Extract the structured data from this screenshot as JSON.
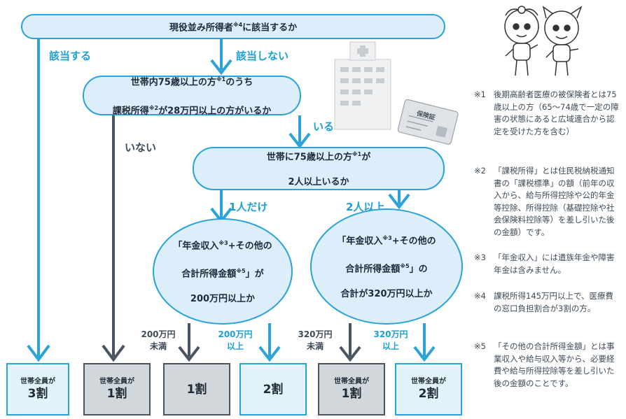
{
  "top": {
    "text": "現役並み所得者",
    "sup": "※4",
    "suffix": "に該当するか"
  },
  "branch_yes": "該当する",
  "branch_no": "該当しない",
  "q2": {
    "line1_a": "世帯内75歳以上の方",
    "line1_sup": "※1",
    "line1_b": "のうち",
    "line2_a": "課税所得",
    "line2_sup": "※2",
    "line2_b": "が28万円以上の方がいるか"
  },
  "branch_iru": "いる",
  "branch_inai": "いない",
  "q3": {
    "line1_a": "世帯に75歳以上の方",
    "line1_sup": "※1",
    "line1_b": "が",
    "line2": "2人以上いるか"
  },
  "branch_one": "1人だけ",
  "branch_two": "2人以上",
  "q4a": {
    "line1_a": "「年金収入",
    "line1_sup": "※3",
    "line1_b": "+その他の",
    "line2_a": "合計所得金額",
    "line2_sup": "※5",
    "line2_b": "」が",
    "line3": "200万円以上か"
  },
  "q4b": {
    "line1_a": "「年金収入",
    "line1_sup": "※3",
    "line1_b": "+その他の",
    "line2_a": "合計所得金額",
    "line2_sup": "※5",
    "line2_b": "」の",
    "line3": "合計が320万円以上か"
  },
  "thresholds": [
    {
      "line1": "200万円",
      "line2": "未満"
    },
    {
      "line1": "200万円",
      "line2": "以上"
    },
    {
      "line1": "320万円",
      "line2": "未満"
    },
    {
      "line1": "320万円",
      "line2": "以上"
    }
  ],
  "results": [
    {
      "pre": "世帯全員が",
      "value": "3割"
    },
    {
      "pre": "世帯全員が",
      "value": "1割"
    },
    {
      "pre": "",
      "value": "1割"
    },
    {
      "pre": "",
      "value": "2割"
    },
    {
      "pre": "世帯全員が",
      "value": "1割"
    },
    {
      "pre": "世帯全員が",
      "value": "2割"
    }
  ],
  "card_text": "保険証",
  "notes": [
    {
      "mark": "※1",
      "text": "後期高齢者医療の被保険者とは75歳以上の方（65～74歳で一定の障害の状態にあると広域連合から認定を受けた方を含む）"
    },
    {
      "mark": "※2",
      "text": "「課税所得」とは住民税納税通知書の「課税標準」の額（前年の収入から、給与所得控除や公的年金等控除、所得控除（基礎控除や社会保険料控除等）を差し引いた後の金額）です。"
    },
    {
      "mark": "※3",
      "text": "「年金収入」には遺族年金や障害年金は含みません。"
    },
    {
      "mark": "※4",
      "text": "課税所得145万円以上で、医療費の窓口負担割合が3割の方。"
    },
    {
      "mark": "※5",
      "text": "「その他の合計所得金額」とは事業収入や給与収入等から、必要経費や給与所得控除等を差し引いた後の金額のことです。"
    }
  ],
  "colors": {
    "blue": "#29a3d8",
    "dark": "#4b5561",
    "pill_fill": "#dbeef9"
  }
}
